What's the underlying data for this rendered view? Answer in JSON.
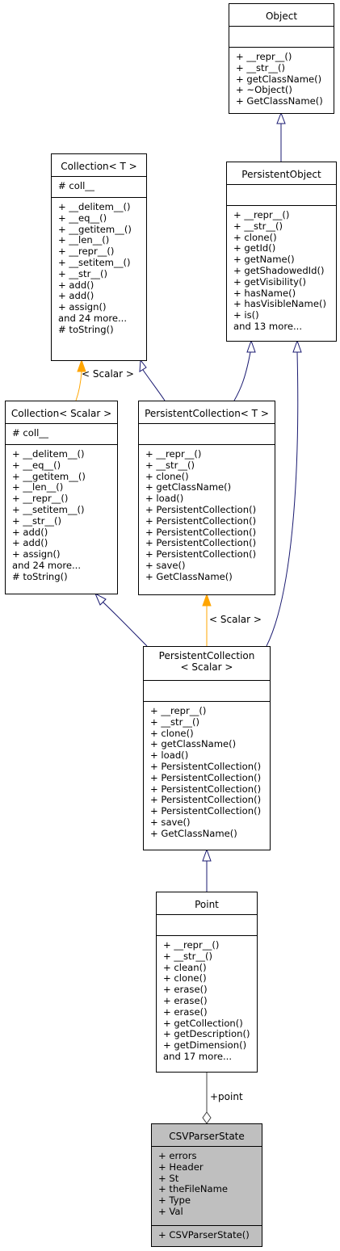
{
  "classes": {
    "object": {
      "name": "Object",
      "attributes": [],
      "methods": [
        "+ __repr__()",
        "+ __str__()",
        "+ getClassName()",
        "+ ~Object()",
        "+ GetClassName()"
      ]
    },
    "persistent_object": {
      "name": "PersistentObject",
      "attributes": [],
      "methods": [
        "+ __repr__()",
        "+ __str__()",
        "+ clone()",
        "+ getId()",
        "+ getName()",
        "+ getShadowedId()",
        "+ getVisibility()",
        "+ hasName()",
        "+ hasVisibleName()",
        "+ is()",
        "and 13 more..."
      ]
    },
    "collection_t": {
      "name": "Collection< T >",
      "attributes": [
        "# coll__"
      ],
      "methods": [
        "+ __delitem__()",
        "+ __eq__()",
        "+ __getitem__()",
        "+ __len__()",
        "+ __repr__()",
        "+ __setitem__()",
        "+ __str__()",
        "+ add()",
        "+ add()",
        "+ assign()",
        "and 24 more...",
        "# toString()"
      ]
    },
    "collection_scalar": {
      "name": "Collection< Scalar >",
      "attributes": [
        "# coll__"
      ],
      "methods": [
        "+ __delitem__()",
        "+ __eq__()",
        "+ __getitem__()",
        "+ __len__()",
        "+ __repr__()",
        "+ __setitem__()",
        "+ __str__()",
        "+ add()",
        "+ add()",
        "+ assign()",
        "and 24 more...",
        "# toString()"
      ]
    },
    "persistent_collection_t": {
      "name": "PersistentCollection< T >",
      "attributes": [],
      "methods": [
        "+ __repr__()",
        "+ __str__()",
        "+ clone()",
        "+ getClassName()",
        "+ load()",
        "+ PersistentCollection()",
        "+ PersistentCollection()",
        "+ PersistentCollection()",
        "+ PersistentCollection()",
        "+ PersistentCollection()",
        "+ save()",
        "+ GetClassName()"
      ]
    },
    "persistent_collection_scalar": {
      "name_line1": "PersistentCollection",
      "name_line2": "< Scalar >",
      "attributes": [],
      "methods": [
        "+ __repr__()",
        "+ __str__()",
        "+ clone()",
        "+ getClassName()",
        "+ load()",
        "+ PersistentCollection()",
        "+ PersistentCollection()",
        "+ PersistentCollection()",
        "+ PersistentCollection()",
        "+ PersistentCollection()",
        "+ save()",
        "+ GetClassName()"
      ]
    },
    "point": {
      "name": "Point",
      "attributes": [],
      "methods": [
        "+ __repr__()",
        "+ __str__()",
        "+ clean()",
        "+ clone()",
        "+ erase()",
        "+ erase()",
        "+ erase()",
        "+ getCollection()",
        "+ getDescription()",
        "+ getDimension()",
        "and 17 more..."
      ]
    },
    "csv_parser_state": {
      "name": "CSVParserState",
      "attributes": [
        "+ errors",
        "+ Header",
        "+ St",
        "+ theFileName",
        "+ Type",
        "+ Val"
      ],
      "methods": [
        "+ CSVParserState()"
      ]
    }
  },
  "edge_labels": {
    "collection_template": "< Scalar >",
    "persistent_collection_template": "< Scalar >",
    "point_association": "+point"
  },
  "colors": {
    "inheritance": "#191970",
    "template_instantiation": "#ffa500",
    "association": "#404040",
    "focus_fill": "#bfbfbf"
  }
}
